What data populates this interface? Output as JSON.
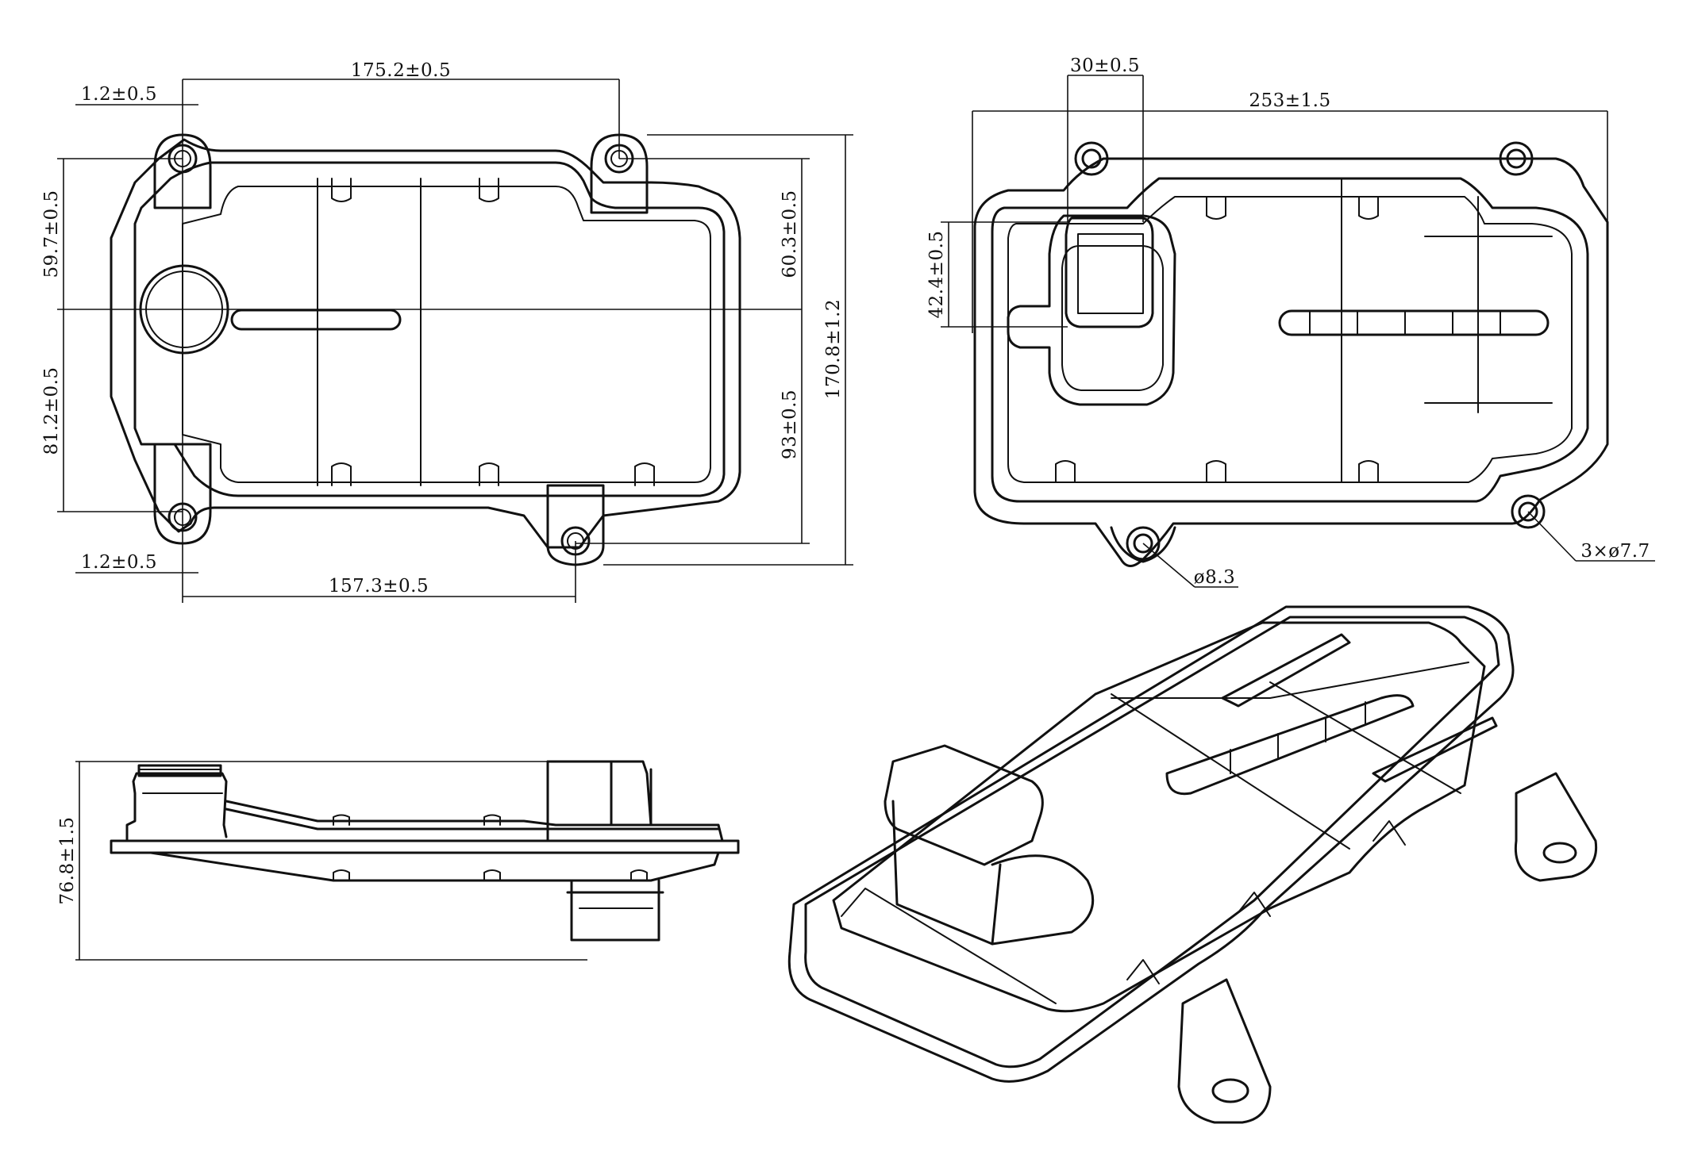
{
  "views": {
    "top": {
      "dim_width_upper": "175.2±0.5",
      "dim_offset_upper": "1.2±0.5",
      "dim_offset_lower": "1.2±0.5",
      "dim_width_lower": "157.3±0.5",
      "dim_left_upper": "59.7±0.5",
      "dim_left_lower": "81.2±0.5",
      "dim_right_upper": "60.3±0.5",
      "dim_right_lower": "93±0.5",
      "dim_total_height": "170.8±1.2"
    },
    "bottom": {
      "dim_outlet_width": "30±0.5",
      "dim_total_width": "253±1.5",
      "dim_outlet_height": "42.4±0.5",
      "hole_center": "ø8.3",
      "holes_mounting": "3×ø7.7"
    },
    "side": {
      "dim_height": "76.8±1.5"
    }
  }
}
